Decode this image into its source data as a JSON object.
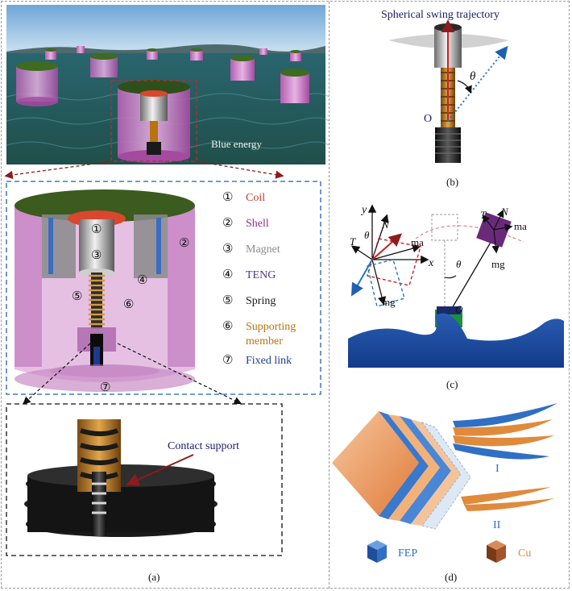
{
  "panel_a": {
    "photo_label": "Blue energy",
    "components": [
      {
        "num": "①",
        "name": "Coil",
        "color": "#c0392b"
      },
      {
        "num": "②",
        "name": "Shell",
        "color": "#8e2f8c"
      },
      {
        "num": "③",
        "name": "Magnet",
        "color": "#8c8c8c"
      },
      {
        "num": "④",
        "name": "TENG",
        "color": "#4b3a8c"
      },
      {
        "num": "⑤",
        "name": "Spring",
        "color": "#1a1a1a"
      },
      {
        "num": "⑥",
        "name": "Supporting",
        "name2": "member",
        "color": "#b8730f"
      },
      {
        "num": "⑦",
        "name": "Fixed link",
        "color": "#1f3a8c"
      }
    ],
    "device_numbers": [
      "①",
      "②",
      "③",
      "④",
      "⑤",
      "⑥",
      "⑦"
    ],
    "contact_label": "Contact support",
    "caption": "(a)"
  },
  "panel_b": {
    "title": "Spherical swing trajectory",
    "angle": "θ",
    "origin": "O",
    "caption": "(b)"
  },
  "panel_c": {
    "y_axis": "y",
    "x_axis": "x",
    "N": "N",
    "T": "T",
    "ma": "ma",
    "mg": "mg",
    "theta": "θ",
    "origin": "O",
    "caption": "(c)"
  },
  "panel_d": {
    "label_1": "I",
    "label_2": "II",
    "legend": [
      {
        "name": "FEP",
        "color": "#2f6fc4"
      },
      {
        "name": "Cu",
        "color": "#e08a3c"
      }
    ],
    "caption": "(d)"
  }
}
